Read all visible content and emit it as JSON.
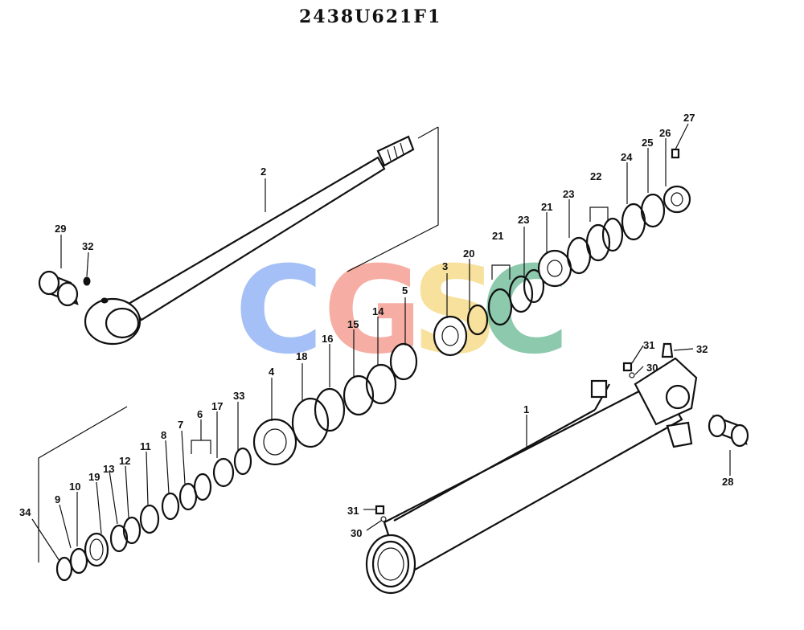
{
  "drawing_number": "2438U621F1",
  "watermark": {
    "letters": [
      "C",
      "G",
      "S",
      "C"
    ],
    "colors": [
      "#5b8def",
      "#ef6c5b",
      "#f2c94c",
      "#2f9e6b"
    ]
  },
  "callouts": [
    "1",
    "2",
    "3",
    "4",
    "5",
    "6",
    "7",
    "8",
    "9",
    "10",
    "11",
    "12",
    "13",
    "14",
    "15",
    "16",
    "17",
    "18",
    "19",
    "20",
    "21",
    "21",
    "22",
    "23",
    "23",
    "24",
    "25",
    "26",
    "27",
    "28",
    "29",
    "30",
    "30",
    "31",
    "31",
    "32",
    "32",
    "33",
    "34"
  ]
}
